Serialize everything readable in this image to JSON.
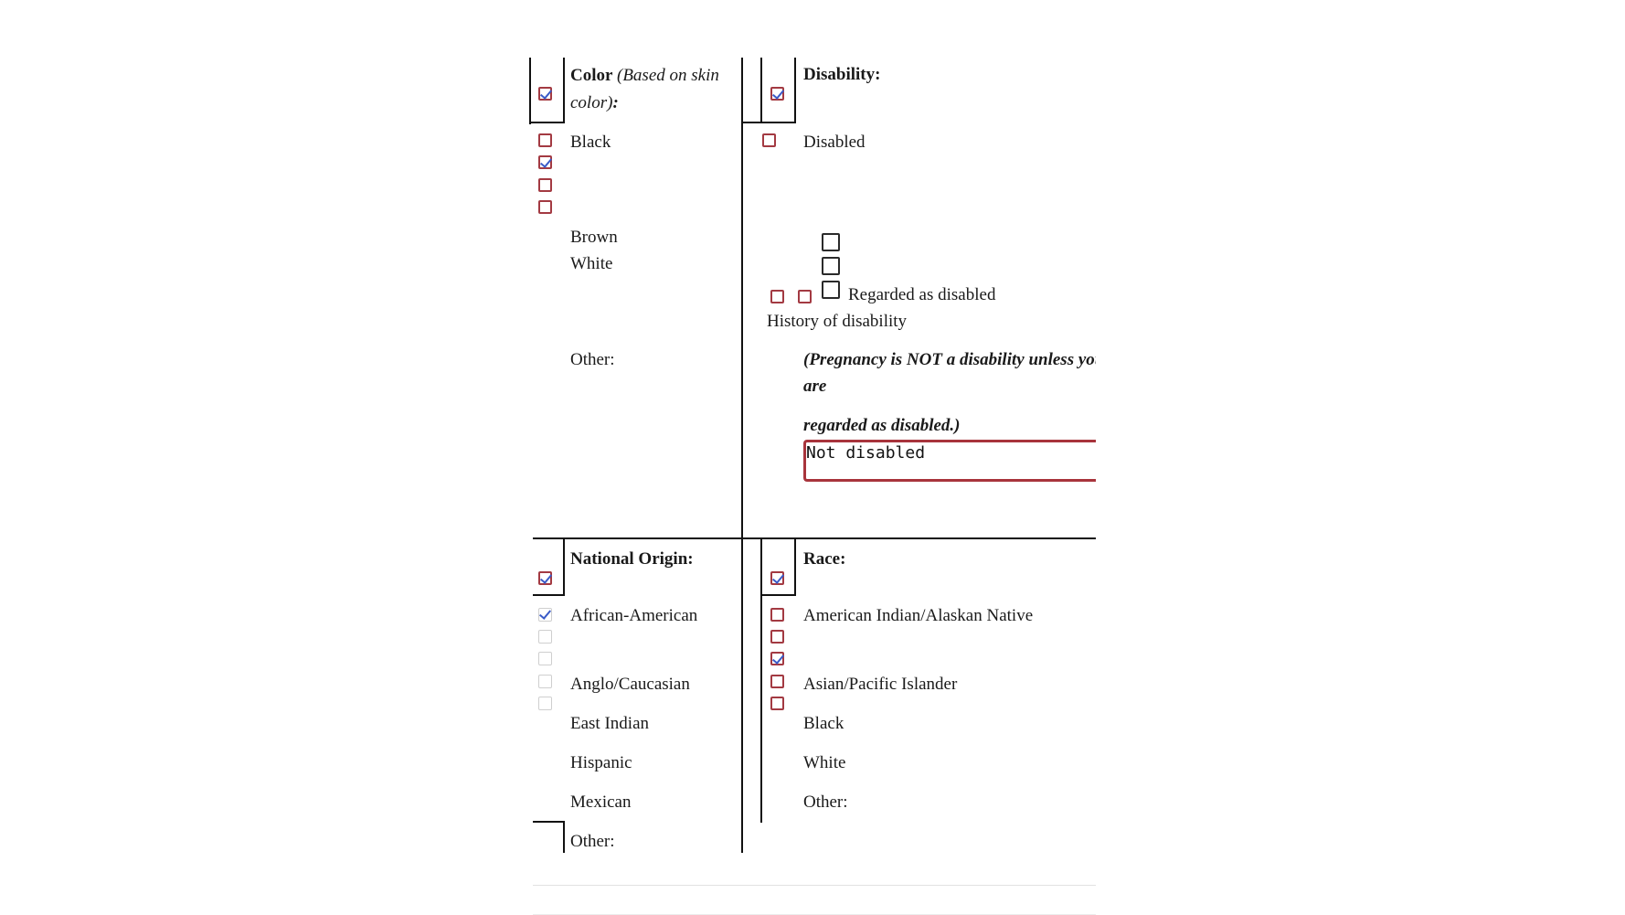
{
  "color": {
    "header_label": "Color",
    "header_note": "(Based on skin color)",
    "header_colon": ":",
    "checked": true,
    "options": [
      {
        "label": "Black",
        "checked": false
      },
      {
        "label": "Brown",
        "checked": true
      },
      {
        "label": "White",
        "checked": false
      },
      {
        "label": "Other:",
        "checked": false
      }
    ]
  },
  "disability": {
    "header_label": "Disability:",
    "checked": true,
    "options": [
      {
        "label": "Disabled",
        "checked": false
      },
      {
        "label": "Regarded as disabled",
        "checked": false
      },
      {
        "label": "History of disability",
        "checked": false
      }
    ],
    "note_line1": "(Pregnancy is NOT a disability unless you",
    "note_line2": "are",
    "note_line3": "regarded as disabled.)",
    "text_value": "Not disabled"
  },
  "national_origin": {
    "header_label": "National Origin:",
    "checked": true,
    "options": [
      {
        "label": "African-American",
        "checked": true
      },
      {
        "label": "Anglo/Caucasian",
        "checked": false
      },
      {
        "label": "East Indian",
        "checked": false
      },
      {
        "label": "Hispanic",
        "checked": false
      },
      {
        "label": "Mexican",
        "checked": false
      },
      {
        "label": "Other:",
        "checked": false
      }
    ]
  },
  "race": {
    "header_label": "Race:",
    "checked": true,
    "options": [
      {
        "label": "American Indian/Alaskan Native",
        "checked": false
      },
      {
        "label": "Asian/Pacific Islander",
        "checked": false
      },
      {
        "label": "Black",
        "checked": true
      },
      {
        "label": "White",
        "checked": false
      },
      {
        "label": "Other:",
        "checked": false
      }
    ]
  },
  "colors": {
    "checkbox_border": "#a33a42",
    "checkmark": "#3a5bc7",
    "field_border": "#a8343c",
    "rule": "#111111"
  }
}
